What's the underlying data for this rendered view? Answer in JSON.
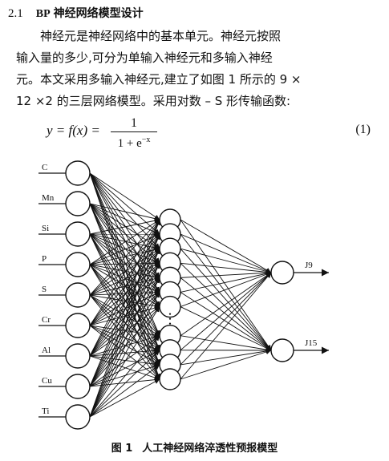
{
  "section": {
    "number": "2.1",
    "bp": "BP",
    "title": "神经网络模型设计"
  },
  "paragraph": {
    "line1": "　　神经元是神经网络中的基本单元。神经元按照",
    "line2": "输入量的多少,可分为单输入神经元和多输入神经",
    "line3": "元。本文采用多输入神经元,建立了如图 1 所示的 9 ×",
    "line4": "12 ×2 的三层网络模型。采用对数 – S 形传输函数:"
  },
  "equation": {
    "lhs": "y = f(x) =",
    "numerator": "1",
    "denominator_base": "1 + e",
    "denominator_exp": "−x",
    "number": "(1)"
  },
  "network": {
    "inputs": [
      "C",
      "Mn",
      "Si",
      "P",
      "S",
      "Cr",
      "Al",
      "Cu",
      "Ti"
    ],
    "hidden_count": 12,
    "outputs": [
      "J9",
      "J15"
    ]
  },
  "caption": {
    "figure": "图 1",
    "text": "人工神经网络淬透性预报模型"
  }
}
